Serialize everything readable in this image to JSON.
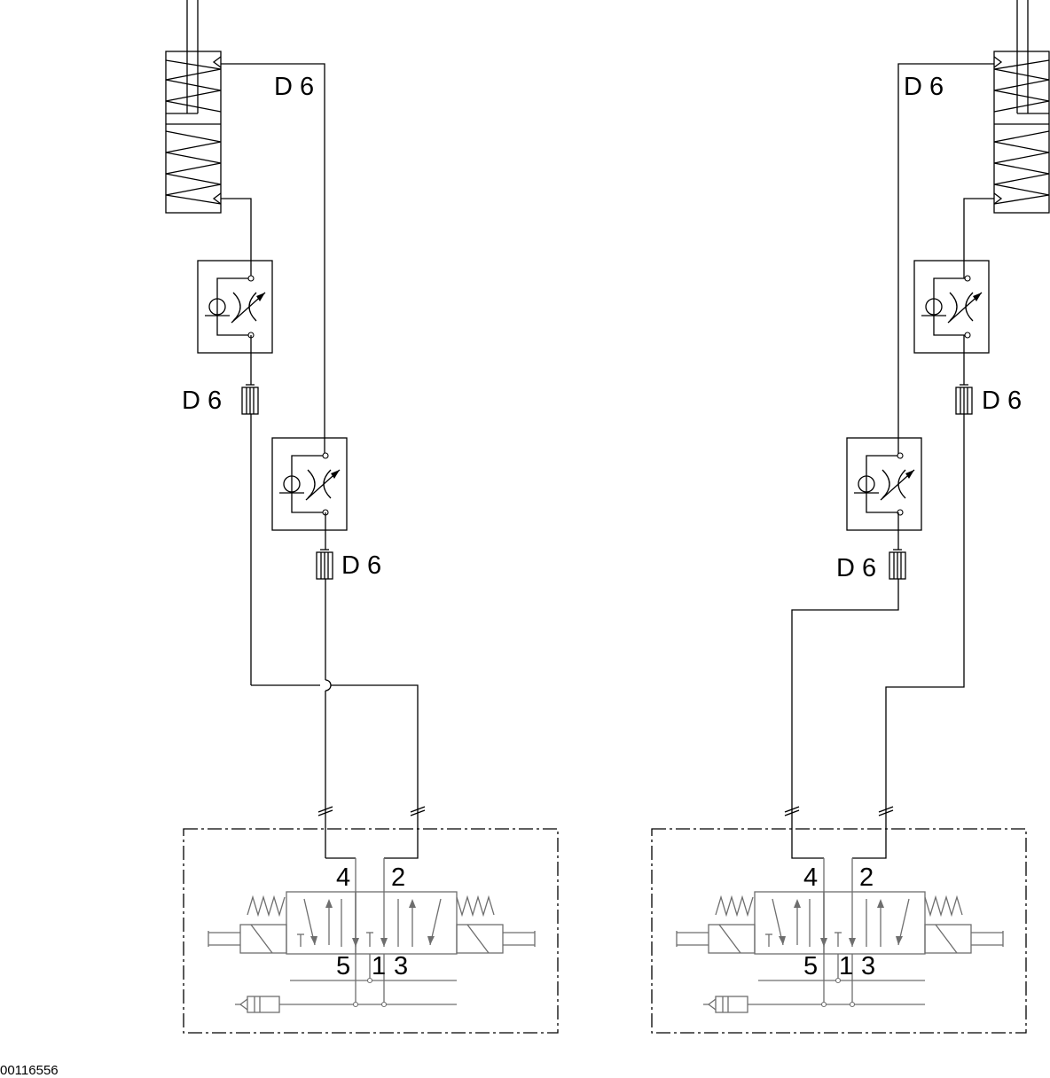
{
  "labels": {
    "left_top_tube": "D 6",
    "left_mid_tube": "D 6",
    "left_low_tube": "D 6",
    "right_top_tube": "D 6",
    "right_mid_tube": "D 6",
    "right_low_tube": "D 6"
  },
  "valve_ports": {
    "left": {
      "p4": "4",
      "p2": "2",
      "p5": "5",
      "p1": "1",
      "p3": "3"
    },
    "right": {
      "p4": "4",
      "p2": "2",
      "p5": "5",
      "p1": "1",
      "p3": "3"
    }
  },
  "footer": {
    "drawing_number": "00116556"
  }
}
